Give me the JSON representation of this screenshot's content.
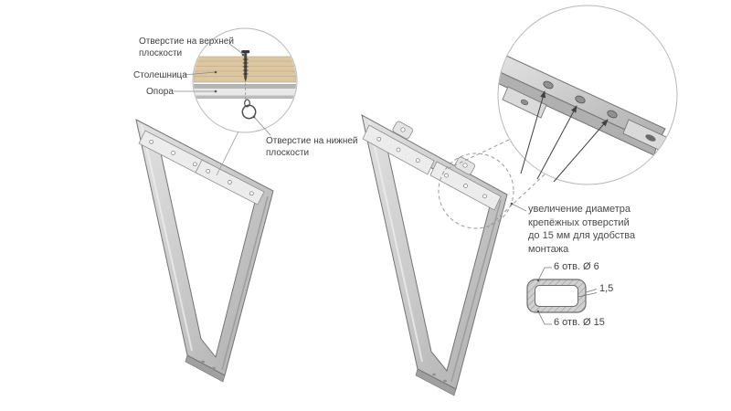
{
  "left_callout": {
    "top_hole_label": "Отверстие на верхней\nплоскости",
    "tabletop_label": "Столешница",
    "support_label": "Опора",
    "bottom_hole_label": "Отверстие на нижней\nплоскости"
  },
  "right_callout": {
    "note": "увеличение диаметра\nкрепёжных отверстий\nдо 15 мм для удобства\nмонтажа"
  },
  "profile": {
    "holes_top": "6 отв. Ø 6",
    "wall_thickness": "1,5",
    "holes_bottom": "6 отв. Ø 15"
  },
  "colors": {
    "background": "#ffffff",
    "steel_light": "#e2e2e2",
    "steel_mid": "#c8c8c8",
    "steel_dark": "#a0a0a0",
    "edge": "#747474",
    "wood": "#dbc7a2",
    "callout_stroke": "#b8b8b8",
    "leader": "#8a8a8a",
    "text": "#3f3f3f"
  }
}
